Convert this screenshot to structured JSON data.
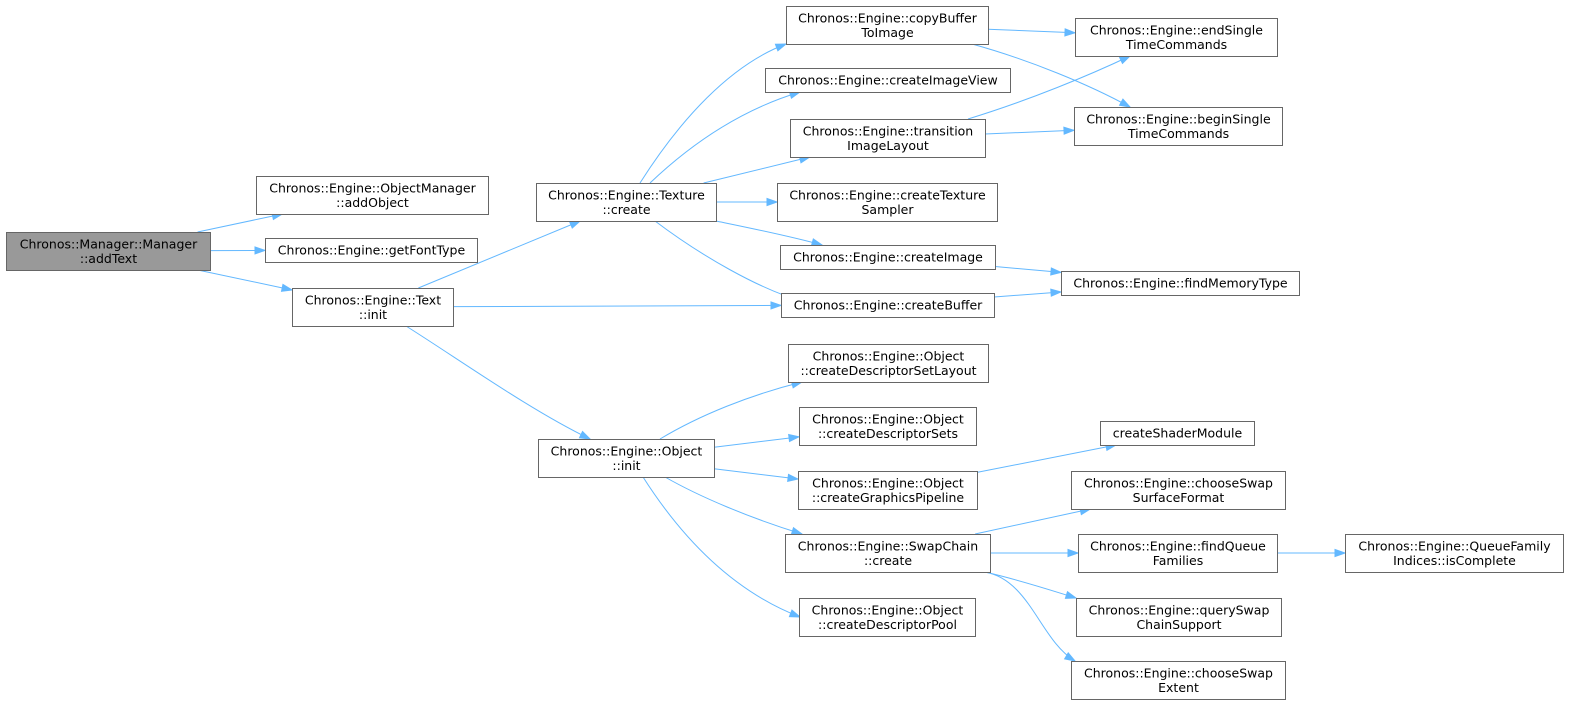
{
  "graph": {
    "colors": {
      "edge": "#63b8ff",
      "node_border": "#666666",
      "root_fill": "#999999",
      "node_fill": "#ffffff"
    },
    "nodes": {
      "addText": {
        "lines": [
          "Chronos::Manager::Manager",
          "::addText"
        ],
        "root": true
      },
      "addObject": {
        "lines": [
          "Chronos::Engine::ObjectManager",
          "::addObject"
        ]
      },
      "getFontType": {
        "lines": [
          "Chronos::Engine::getFontType"
        ]
      },
      "textInit": {
        "lines": [
          "Chronos::Engine::Text",
          "::init"
        ]
      },
      "textureCreate": {
        "lines": [
          "Chronos::Engine::Texture",
          "::create"
        ]
      },
      "objectInit": {
        "lines": [
          "Chronos::Engine::Object",
          "::init"
        ]
      },
      "copyBufferToImage": {
        "lines": [
          "Chronos::Engine::copyBuffer",
          "ToImage"
        ]
      },
      "createImageView": {
        "lines": [
          "Chronos::Engine::createImageView"
        ]
      },
      "transitionImageLayout": {
        "lines": [
          "Chronos::Engine::transition",
          "ImageLayout"
        ]
      },
      "createTextureSampler": {
        "lines": [
          "Chronos::Engine::createTexture",
          "Sampler"
        ]
      },
      "createImage": {
        "lines": [
          "Chronos::Engine::createImage"
        ]
      },
      "createBuffer": {
        "lines": [
          "Chronos::Engine::createBuffer"
        ]
      },
      "endSingleTimeCommands": {
        "lines": [
          "Chronos::Engine::endSingle",
          "TimeCommands"
        ]
      },
      "beginSingleTimeCommands": {
        "lines": [
          "Chronos::Engine::beginSingle",
          "TimeCommands"
        ]
      },
      "findMemoryType": {
        "lines": [
          "Chronos::Engine::findMemoryType"
        ]
      },
      "createDescriptorSetLayout": {
        "lines": [
          "Chronos::Engine::Object",
          "::createDescriptorSetLayout"
        ]
      },
      "createDescriptorSets": {
        "lines": [
          "Chronos::Engine::Object",
          "::createDescriptorSets"
        ]
      },
      "createGraphicsPipeline": {
        "lines": [
          "Chronos::Engine::Object",
          "::createGraphicsPipeline"
        ]
      },
      "swapChainCreate": {
        "lines": [
          "Chronos::Engine::SwapChain",
          "::create"
        ]
      },
      "createDescriptorPool": {
        "lines": [
          "Chronos::Engine::Object",
          "::createDescriptorPool"
        ]
      },
      "createShaderModule": {
        "lines": [
          "createShaderModule"
        ]
      },
      "chooseSwapSurfaceFormat": {
        "lines": [
          "Chronos::Engine::chooseSwap",
          "SurfaceFormat"
        ]
      },
      "findQueueFamilies": {
        "lines": [
          "Chronos::Engine::findQueue",
          "Families"
        ]
      },
      "querySwapChainSupport": {
        "lines": [
          "Chronos::Engine::querySwap",
          "ChainSupport"
        ]
      },
      "chooseSwapExtent": {
        "lines": [
          "Chronos::Engine::chooseSwap",
          "Extent"
        ]
      },
      "isComplete": {
        "lines": [
          "Chronos::Engine::QueueFamily",
          "Indices::isComplete"
        ]
      }
    },
    "edges": [
      [
        "addText",
        "addObject"
      ],
      [
        "addText",
        "getFontType"
      ],
      [
        "addText",
        "textInit"
      ],
      [
        "textInit",
        "textureCreate"
      ],
      [
        "textInit",
        "createBuffer"
      ],
      [
        "textInit",
        "objectInit"
      ],
      [
        "textureCreate",
        "copyBufferToImage"
      ],
      [
        "textureCreate",
        "createImageView"
      ],
      [
        "textureCreate",
        "transitionImageLayout"
      ],
      [
        "textureCreate",
        "createTextureSampler"
      ],
      [
        "textureCreate",
        "createImage"
      ],
      [
        "textureCreate",
        "createBuffer"
      ],
      [
        "copyBufferToImage",
        "endSingleTimeCommands"
      ],
      [
        "copyBufferToImage",
        "beginSingleTimeCommands"
      ],
      [
        "transitionImageLayout",
        "endSingleTimeCommands"
      ],
      [
        "transitionImageLayout",
        "beginSingleTimeCommands"
      ],
      [
        "createImage",
        "findMemoryType"
      ],
      [
        "createBuffer",
        "findMemoryType"
      ],
      [
        "objectInit",
        "createDescriptorSetLayout"
      ],
      [
        "objectInit",
        "createDescriptorSets"
      ],
      [
        "objectInit",
        "createGraphicsPipeline"
      ],
      [
        "objectInit",
        "swapChainCreate"
      ],
      [
        "objectInit",
        "createDescriptorPool"
      ],
      [
        "createGraphicsPipeline",
        "createShaderModule"
      ],
      [
        "swapChainCreate",
        "chooseSwapSurfaceFormat"
      ],
      [
        "swapChainCreate",
        "findQueueFamilies"
      ],
      [
        "swapChainCreate",
        "querySwapChainSupport"
      ],
      [
        "swapChainCreate",
        "chooseSwapExtent"
      ],
      [
        "findQueueFamilies",
        "isComplete"
      ]
    ]
  }
}
